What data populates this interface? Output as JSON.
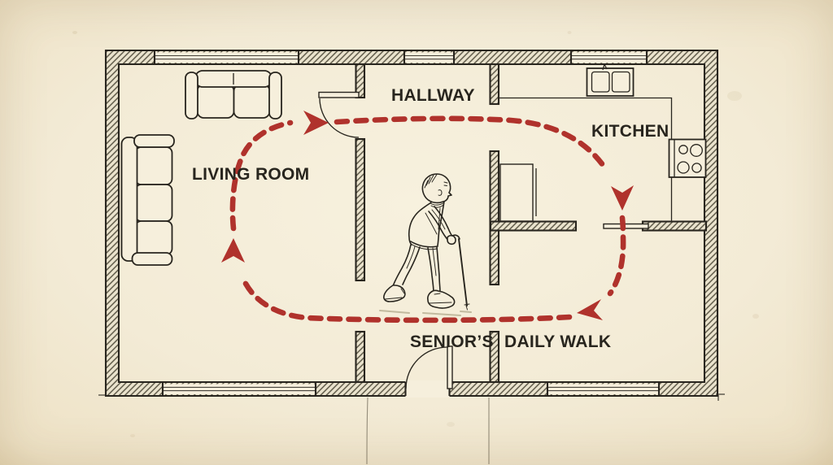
{
  "illustration": {
    "description": "Hand-drawn floor plan sketch of a small apartment on aged cream paper, with a red dashed clockwise walking loop through the rooms and an elderly man walking with a cane in the middle",
    "style": "pencil sketch"
  },
  "labels": {
    "living_room": "LIVING ROOM",
    "hallway": "HALLWAY",
    "kitchen": "KITCHEN",
    "caption_left": "SENIOR’S",
    "caption_right": "DAILY WALK"
  },
  "route": {
    "style": "dashed loop",
    "direction": "clockwise",
    "arrowheads": 4
  },
  "colors": {
    "paper": "#f3ebd6",
    "paper_light": "#f6efdc",
    "paper_dark": "#e5d8ba",
    "ink": "#28251e",
    "hatch_line": "#55503f",
    "accent_red": "#b0322c",
    "shadow": "#97906f"
  },
  "objects": [
    {
      "name": "two-seat-sofa-icon",
      "room": "living room"
    },
    {
      "name": "three-seat-sofa-icon",
      "room": "living room"
    },
    {
      "name": "double-sink-icon",
      "room": "kitchen"
    },
    {
      "name": "stove-four-burners-icon",
      "room": "kitchen"
    },
    {
      "name": "elderly-man-with-cane",
      "location": "center of plan"
    }
  ]
}
